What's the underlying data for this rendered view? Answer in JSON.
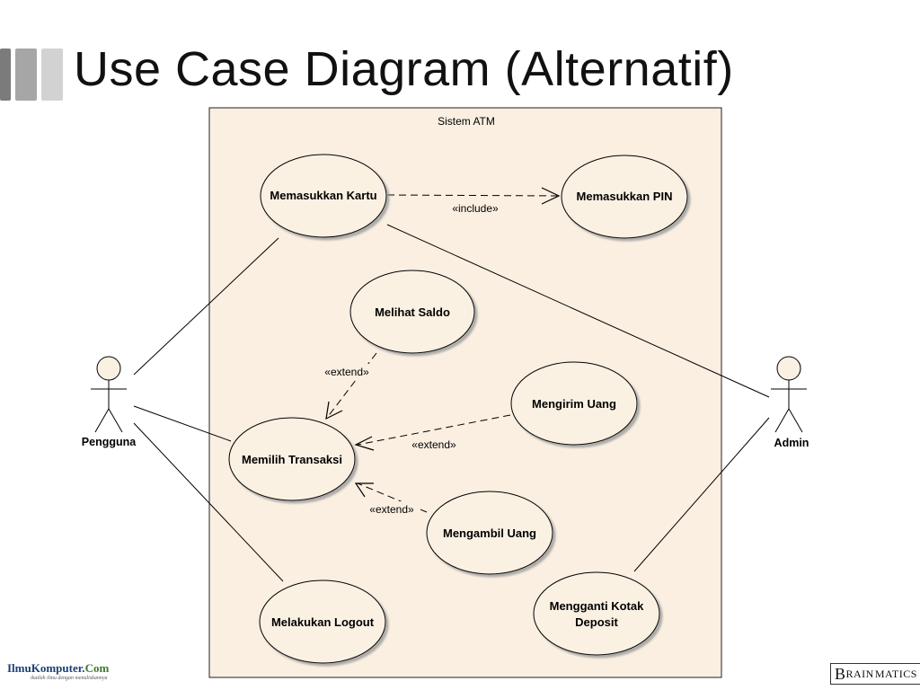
{
  "slide": {
    "title": "Use Case Diagram (Alternatif)"
  },
  "system": {
    "name": "Sistem ATM"
  },
  "actors": {
    "user": "Pengguna",
    "admin": "Admin"
  },
  "use_cases": {
    "insert_card": "Memasukkan Kartu",
    "enter_pin": "Memasukkan PIN",
    "view_balance": "Melihat Saldo",
    "select_transaction": "Memilih Transaksi",
    "send_money": "Mengirim Uang",
    "withdraw_money": "Mengambil Uang",
    "logout": "Melakukan Logout",
    "replace_deposit_line1": "Mengganti Kotak",
    "replace_deposit_line2": "Deposit"
  },
  "relations": {
    "include": "«include»",
    "extend_view_balance": "«extend»",
    "extend_send_money": "«extend»",
    "extend_withdraw": "«extend»"
  },
  "logos": {
    "left_main": "IlmuKomputer.",
    "left_suffix": "Com",
    "left_tagline": "ikatlah ilmu dengan menuliskannya",
    "right_b": "B",
    "right_rain": "RAIN",
    "right_matics": "MATICS"
  },
  "colors": {
    "system_fill": "#faefe1",
    "usecase_fill": "#fbf1e3",
    "shadow": "#bfbfbf"
  }
}
